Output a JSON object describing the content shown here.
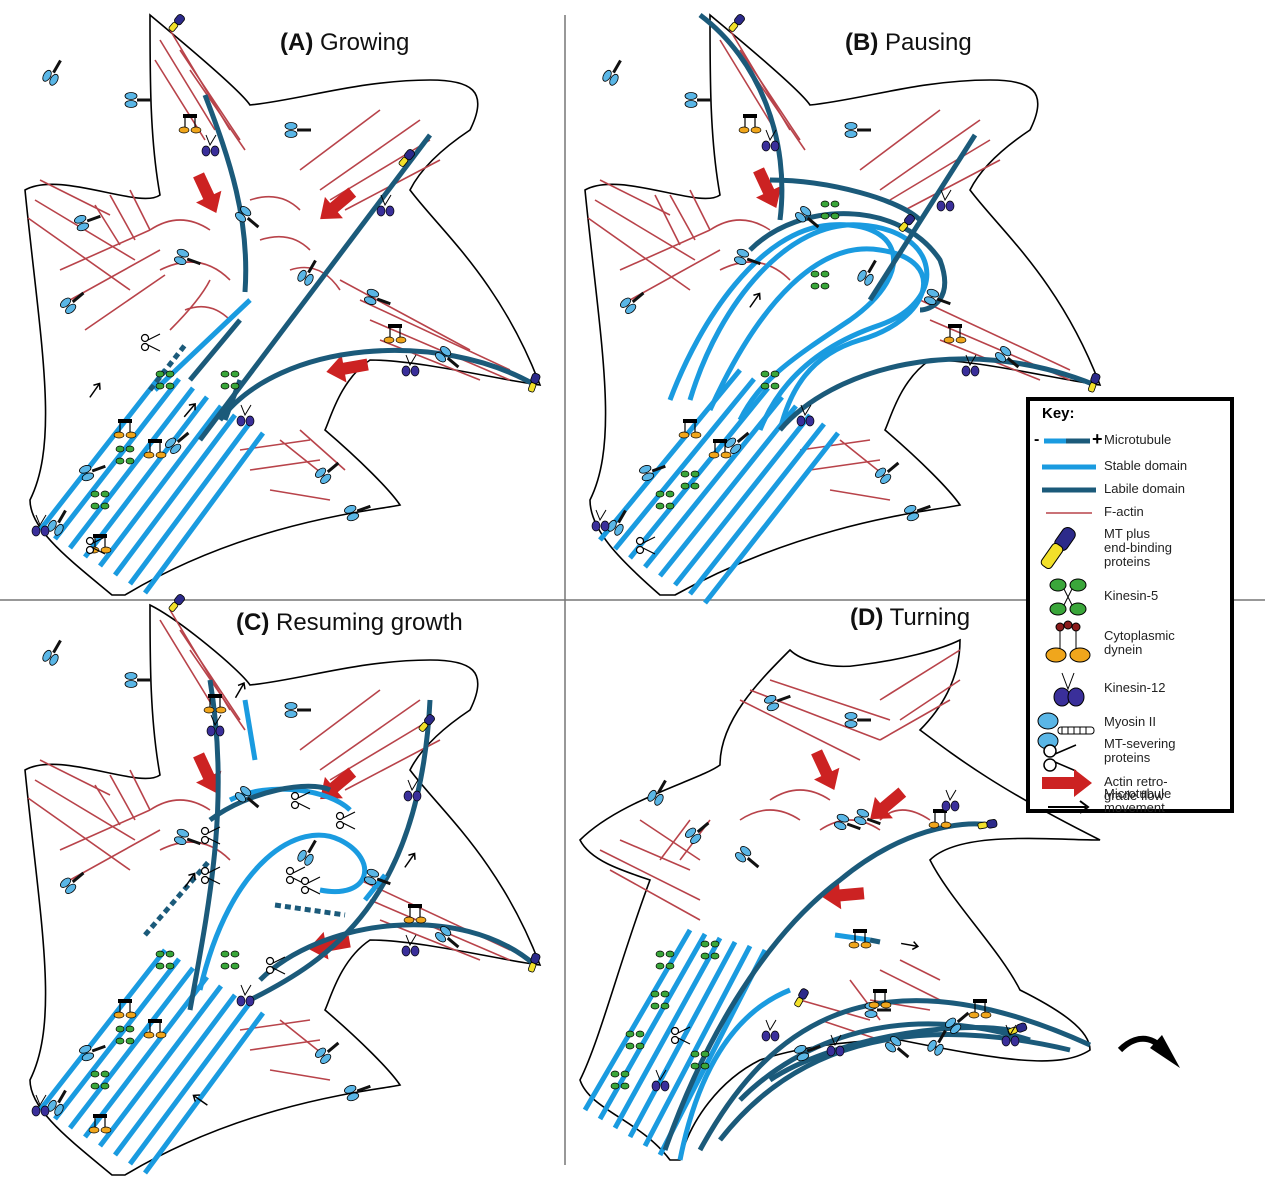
{
  "panels": [
    {
      "letter": "(A)",
      "title": "Growing"
    },
    {
      "letter": "(B)",
      "title": "Pausing"
    },
    {
      "letter": "(C)",
      "title": "Resuming growth"
    },
    {
      "letter": "(D)",
      "title": "Turning"
    }
  ],
  "key": {
    "title": "Key:",
    "microtubule": {
      "minus": "-",
      "plus": "+",
      "label": "Microtubule"
    },
    "items": [
      {
        "id": "stable",
        "label": "Stable domain"
      },
      {
        "id": "labile",
        "label": "Labile domain"
      },
      {
        "id": "factin",
        "label": "F-actin"
      },
      {
        "id": "plusend",
        "label": "MT plus\nend-binding\nproteins"
      },
      {
        "id": "kinesin5",
        "label": "Kinesin-5"
      },
      {
        "id": "dynein",
        "label": "Cytoplasmic\ndynein"
      },
      {
        "id": "kinesin12",
        "label": "Kinesin-12"
      },
      {
        "id": "myosin",
        "label": "Myosin II"
      },
      {
        "id": "severing",
        "label": "MT-severing\nproteins"
      },
      {
        "id": "retroflow",
        "label": "Actin retro-\ngrade flow"
      },
      {
        "id": "mtmove",
        "label": "Microtubule\nmovement"
      }
    ]
  },
  "colors": {
    "stable": "#1a9be0",
    "labile": "#1b5a7a",
    "factin": "#b8434a",
    "retroflow": "#cc2222",
    "plusend_yellow": "#f2e02a",
    "plusend_navy": "#2c2a8a",
    "kinesin5": "#3aa63a",
    "dynein_orange": "#f0a61c",
    "dynein_red": "#8a1b1b",
    "kinesin12": "#3a2f9a",
    "myosin": "#5ab6e6"
  }
}
